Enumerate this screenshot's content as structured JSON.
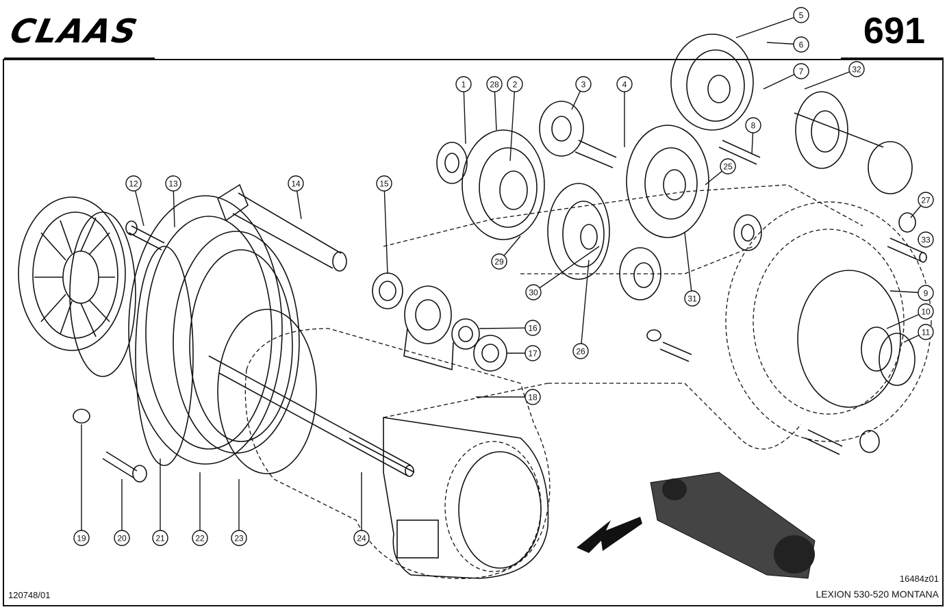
{
  "header": {
    "brand": "CLAAS",
    "page_number": "691"
  },
  "footer": {
    "drawing_code": "16484z01",
    "catalog_code": "120748/01",
    "model": "LEXION 530-520 MONTANA"
  },
  "callouts": [
    {
      "id": 1,
      "label": "1"
    },
    {
      "id": 2,
      "label": "2"
    },
    {
      "id": 3,
      "label": "3"
    },
    {
      "id": 4,
      "label": "4"
    },
    {
      "id": 5,
      "label": "5"
    },
    {
      "id": 6,
      "label": "6"
    },
    {
      "id": 7,
      "label": "7"
    },
    {
      "id": 8,
      "label": "8"
    },
    {
      "id": 9,
      "label": "9"
    },
    {
      "id": 10,
      "label": "10"
    },
    {
      "id": 11,
      "label": "11"
    },
    {
      "id": 12,
      "label": "12"
    },
    {
      "id": 13,
      "label": "13"
    },
    {
      "id": 14,
      "label": "14"
    },
    {
      "id": 15,
      "label": "15"
    },
    {
      "id": 16,
      "label": "16"
    },
    {
      "id": 17,
      "label": "17"
    },
    {
      "id": 18,
      "label": "18"
    },
    {
      "id": 19,
      "label": "19"
    },
    {
      "id": 20,
      "label": "20"
    },
    {
      "id": 21,
      "label": "21"
    },
    {
      "id": 22,
      "label": "22"
    },
    {
      "id": 23,
      "label": "23"
    },
    {
      "id": 24,
      "label": "24"
    },
    {
      "id": 25,
      "label": "25"
    },
    {
      "id": 26,
      "label": "26"
    },
    {
      "id": 27,
      "label": "27"
    },
    {
      "id": 28,
      "label": "28"
    },
    {
      "id": 29,
      "label": "29"
    },
    {
      "id": 30,
      "label": "30"
    },
    {
      "id": 31,
      "label": "31"
    },
    {
      "id": 32,
      "label": "32"
    },
    {
      "id": 33,
      "label": "33"
    }
  ]
}
